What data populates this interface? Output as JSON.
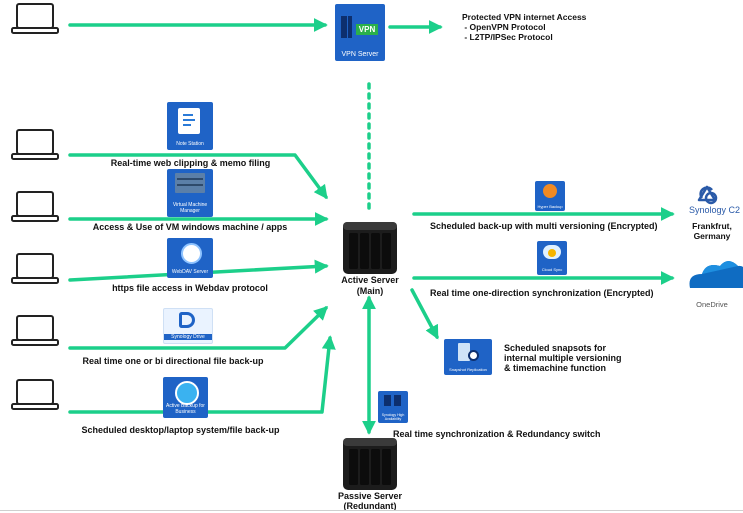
{
  "vpn": {
    "tile_label": "VPN",
    "caption": "VPN Server",
    "description": "Protected VPN internet Access\n - OpenVPN Protocol\n - L2TP/IPSec Protocol"
  },
  "clients": [
    {
      "app": "Note Station",
      "label": "Real-time web clipping & memo filing"
    },
    {
      "app": "Virtual Machine Manager",
      "label": "Access & Use of VM windows machine / apps"
    },
    {
      "app": "WebDAV Server",
      "label": "https file access in Webdav protocol"
    },
    {
      "app": "Synology Drive",
      "label": "Real time one or bi directional file back-up"
    },
    {
      "app": "Active Backup for Business",
      "label": "Scheduled desktop/laptop system/file back-up"
    }
  ],
  "active_server": {
    "label": "Active Server\n(Main)"
  },
  "passive_server": {
    "label": "Passive Server\n(Redundant)"
  },
  "services": [
    {
      "app": "Hyper Backup",
      "label": "Scheduled back-up with multi versioning (Encrypted)"
    },
    {
      "app": "Cloud Sync",
      "label": "Real time one-direction synchronization (Encrypted)"
    },
    {
      "app": "Snapshot Replication",
      "label": "Scheduled snapsots for\ninternal multiple versioning\n& timemachine function"
    },
    {
      "app": "Synology High Availability",
      "label": "Real time synchronization & Redundancy switch"
    }
  ],
  "destinations": {
    "c2_brand": "Synology C2",
    "c2_location": "Frankfrut,\nGermany",
    "onedrive": "OneDrive"
  },
  "colors": {
    "arrow": "#1ccf8a",
    "tile_blue": "#1f63c6",
    "server": "#222222"
  }
}
